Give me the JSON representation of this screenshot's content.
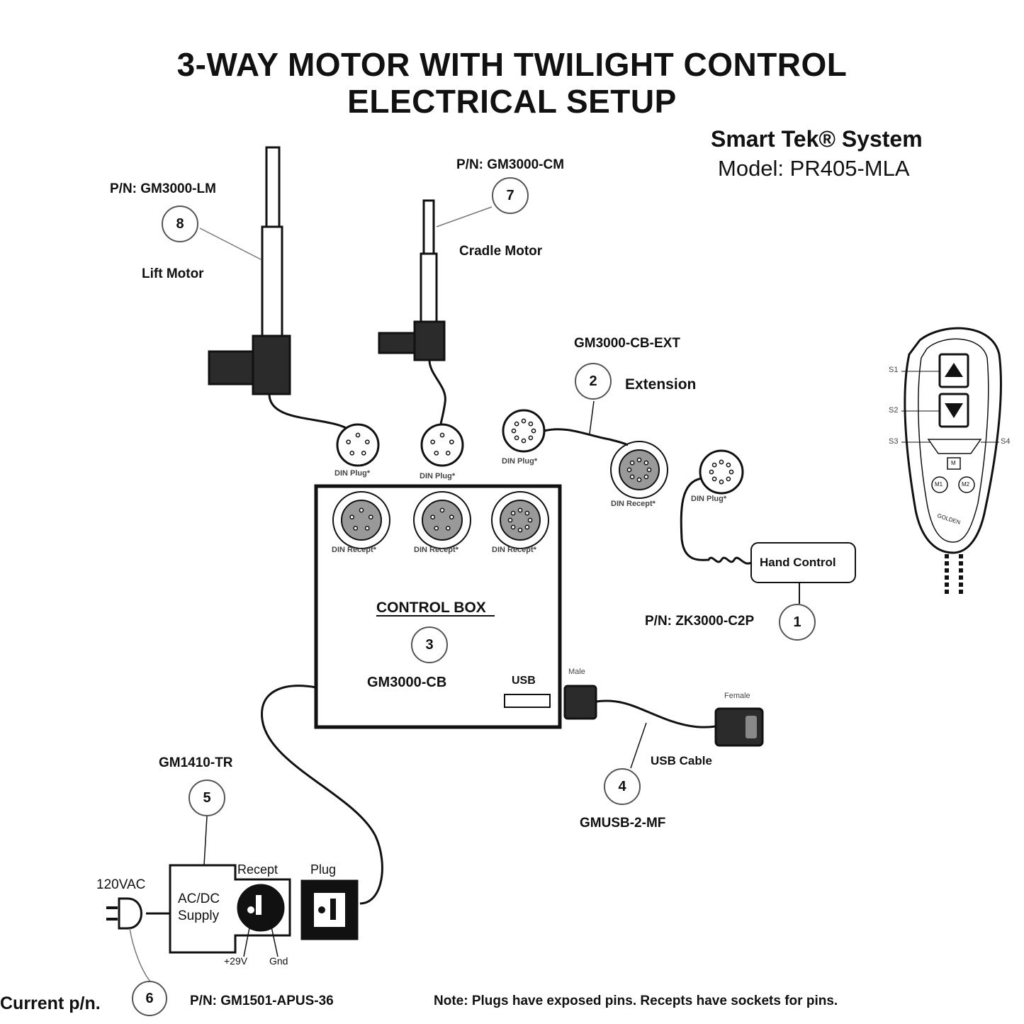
{
  "header": {
    "title_line1": "3-WAY MOTOR WITH TWILIGHT CONTROL",
    "title_line2": "ELECTRICAL SETUP",
    "brand": "Smart Tek® System",
    "model": "Model: PR405-MLA"
  },
  "parts": {
    "lift_motor": {
      "number": "8",
      "pn": "P/N: GM3000-LM",
      "label": "Lift Motor"
    },
    "cradle_motor": {
      "number": "7",
      "pn": "P/N: GM3000-CM",
      "label": "Cradle Motor"
    },
    "extension": {
      "number": "2",
      "pn": "GM3000-CB-EXT",
      "label": "Extension"
    },
    "hand_control": {
      "number": "1",
      "pn": "P/N: ZK3000-C2P",
      "label": "Hand Control"
    },
    "control_box": {
      "number": "3",
      "label": "CONTROL BOX",
      "pn": "GM3000-CB",
      "usb_label": "USB"
    },
    "usb_cable": {
      "number": "4",
      "label": "USB Cable",
      "pn": "GMUSB-2-MF",
      "male": "Male",
      "female": "Female"
    },
    "transformer": {
      "number": "5",
      "pn": "GM1410-TR",
      "supply_line1": "AC/DC",
      "supply_line2": "Supply",
      "recept": "Recept",
      "plug": "Plug",
      "voltage": "+29V",
      "gnd": "Gnd"
    },
    "power_cord": {
      "number": "6",
      "pn": "P/N: GM1501-APUS-36",
      "ac_label": "120VAC",
      "current_label": "Current p/n."
    }
  },
  "connectors": {
    "din_plug": "DIN Plug*",
    "din_recept": "DIN Recept*"
  },
  "remote": {
    "s1": "S1",
    "s2": "S2",
    "s3": "S3",
    "s4": "S4",
    "btn_m": "M",
    "btn_m1": "M1",
    "btn_m2": "M2",
    "brand": "GOLDEN"
  },
  "footer": {
    "note": "Note: Plugs have exposed pins. Recepts have sockets for pins."
  },
  "colors": {
    "line": "#111111",
    "motor_dark": "#2b2b2b",
    "socket_gray": "#999999"
  }
}
